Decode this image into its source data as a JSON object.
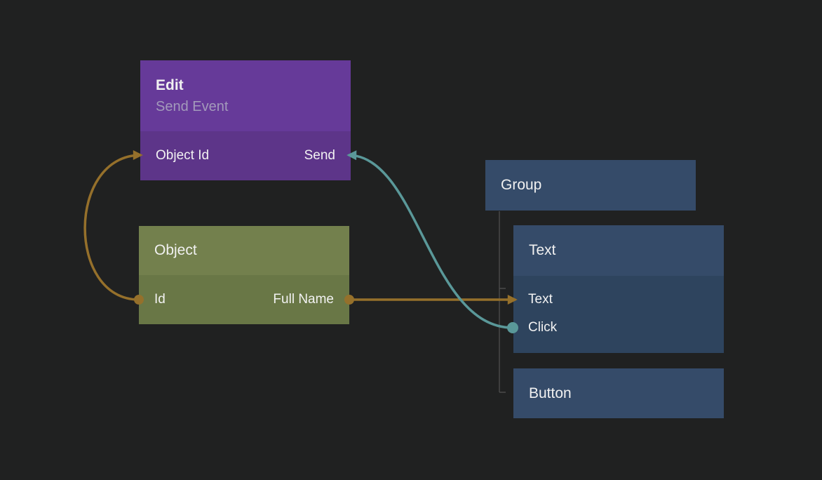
{
  "diagram": {
    "nodes": {
      "edit": {
        "title": "Edit",
        "subtitle": "Send Event",
        "ports": {
          "input": "Object Id",
          "output": "Send"
        }
      },
      "object": {
        "title": "Object",
        "ports": {
          "input": "Id",
          "output": "Full Name"
        }
      },
      "group": {
        "title": "Group"
      },
      "text": {
        "title": "Text",
        "ports": {
          "input": "Text",
          "event": "Click"
        }
      },
      "button": {
        "title": "Button"
      }
    },
    "connections": [
      {
        "from": "Object.Id",
        "to": "Edit.Object Id",
        "kind": "data",
        "color": "#95702b"
      },
      {
        "from": "Object.Full Name",
        "to": "Text.Text",
        "kind": "data",
        "color": "#95702b"
      },
      {
        "from": "Text.Click",
        "to": "Edit.Send",
        "kind": "event",
        "color": "#5a9899"
      }
    ]
  },
  "colors": {
    "background": "#202121",
    "wire_amber": "#95702b",
    "wire_teal": "#5a9899",
    "tree_line": "#4b4b4b",
    "edit_header": "#663a99",
    "edit_body": "#5d3589",
    "object_header": "#73804d",
    "object_body": "#697746",
    "group_header": "#354b69",
    "text_header": "#354b69",
    "text_body": "#2e445e",
    "button_header": "#354b69"
  }
}
